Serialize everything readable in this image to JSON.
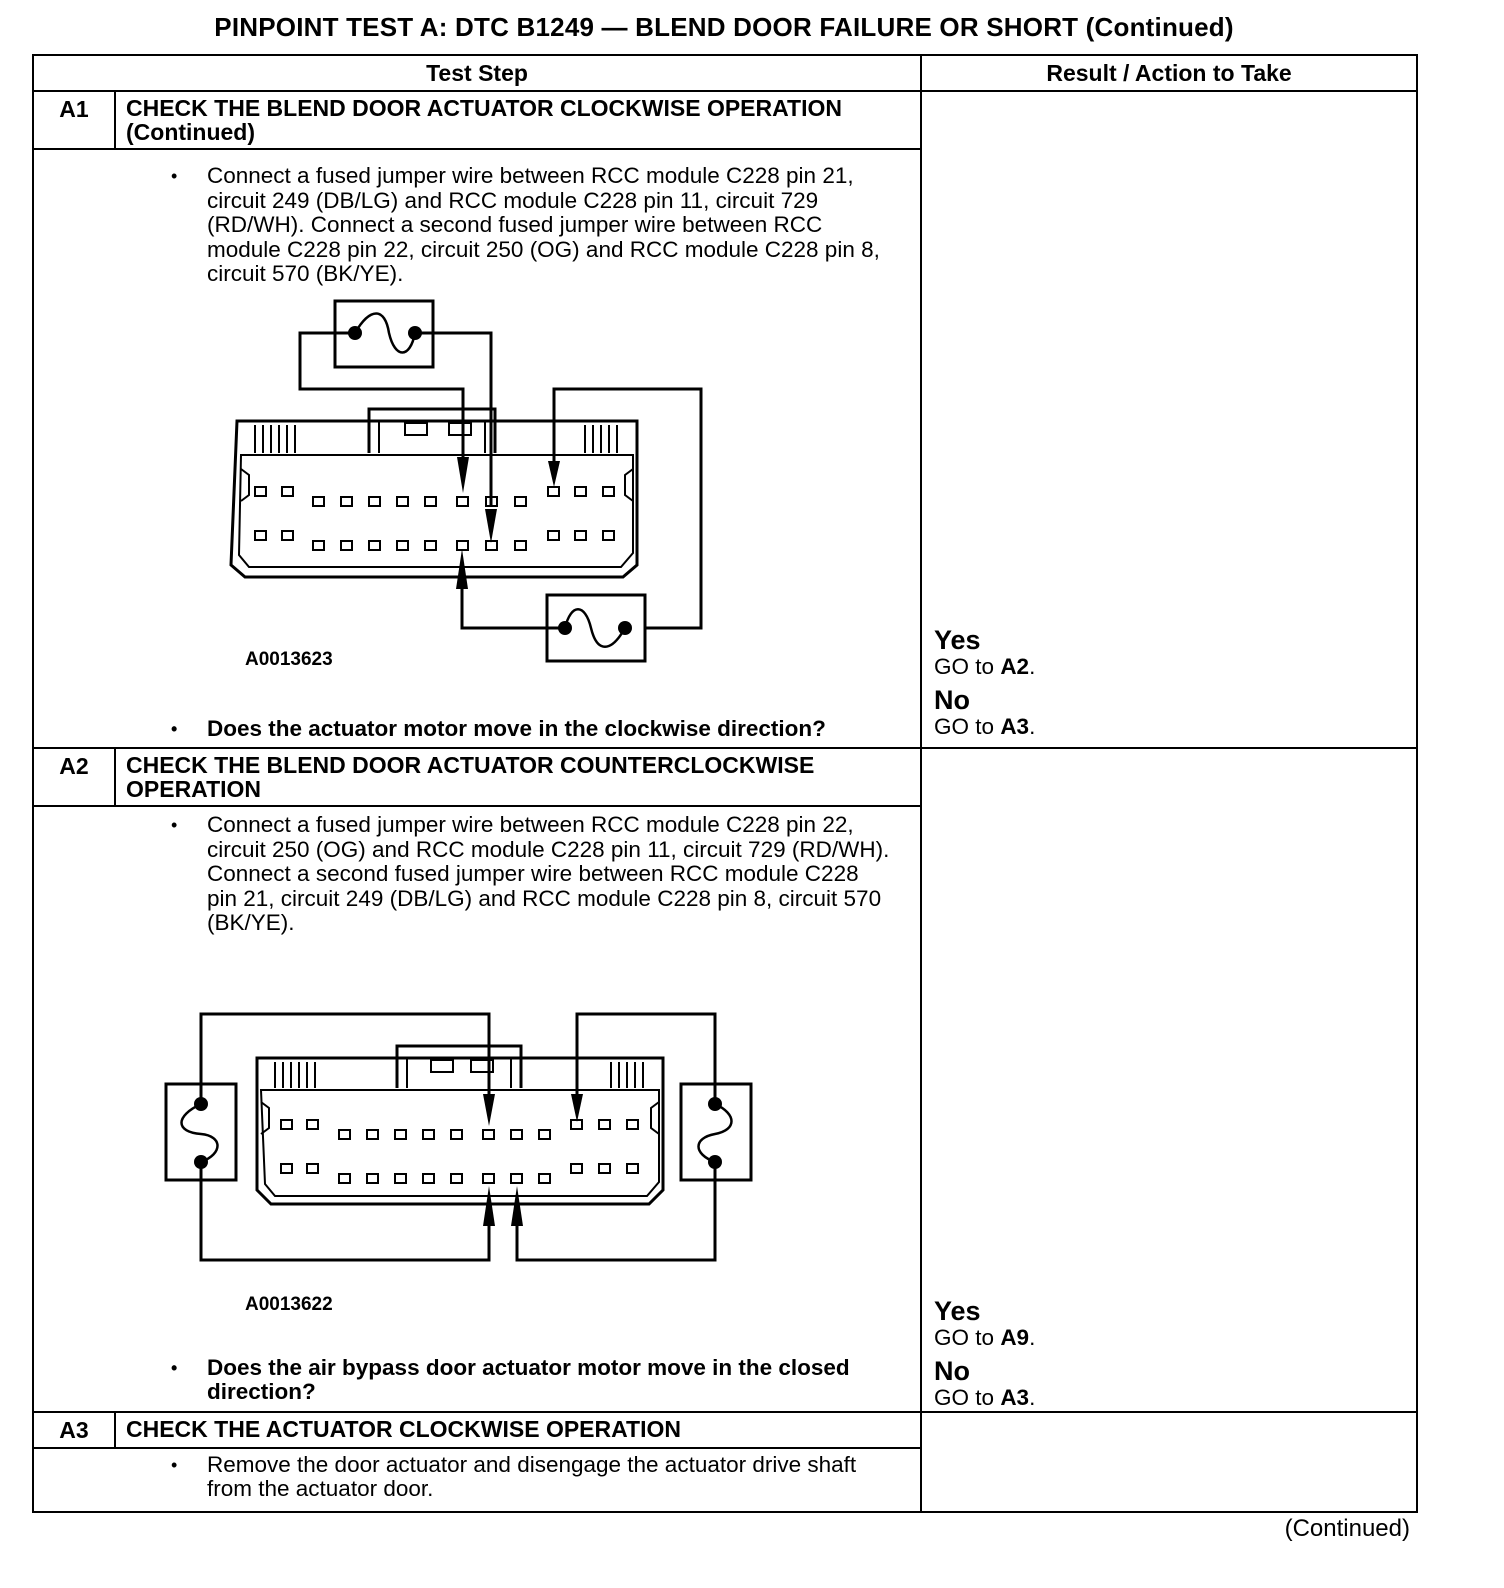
{
  "title": "PINPOINT TEST  A: DTC B1249 — BLEND DOOR FAILURE OR SHORT (Continued)",
  "table": {
    "col_test_step": "Test Step",
    "col_result": "Result / Action to Take"
  },
  "steps": [
    {
      "id": "A1",
      "title": "CHECK THE BLEND DOOR ACTUATOR CLOCKWISE OPERATION (Continued)",
      "instruction": "Connect a fused jumper wire between RCC module C228 pin 21, circuit 249 (DB/LG) and RCC module C228 pin 11, circuit 729 (RD/WH). Connect a second fused jumper wire between RCC module C228 pin 22, circuit 250 (OG) and RCC module C228 pin 8,  circuit 570 (BK/YE).",
      "figure_id": "A0013623",
      "question": "Does the actuator motor move in the clockwise direction?",
      "yes_label": "Yes",
      "yes_prefix": "GO to",
      "yes_target": "A2",
      "no_label": "No",
      "no_prefix": "GO to",
      "no_target": "A3",
      "period": "."
    },
    {
      "id": "A2",
      "title": "CHECK THE BLEND DOOR ACTUATOR COUNTERCLOCKWISE OPERATION",
      "instruction": "Connect a fused jumper wire between RCC module C228 pin 22, circuit 250 (OG) and RCC module C228 pin 11, circuit 729 (RD/WH). Connect a second fused jumper wire between RCC module C228 pin 21, circuit 249 (DB/LG) and RCC module C228 pin 8,  circuit 570 (BK/YE).",
      "figure_id": "A0013622",
      "question": "Does the air bypass door actuator motor move in the closed direction?",
      "yes_label": "Yes",
      "yes_prefix": "GO to",
      "yes_target": "A9",
      "no_label": "No",
      "no_prefix": "GO to",
      "no_target": "A3",
      "period": "."
    },
    {
      "id": "A3",
      "title": "CHECK THE ACTUATOR CLOCKWISE OPERATION",
      "instruction": "Remove the door actuator and disengage the actuator drive shaft from the actuator door."
    }
  ],
  "footer": "(Continued)"
}
